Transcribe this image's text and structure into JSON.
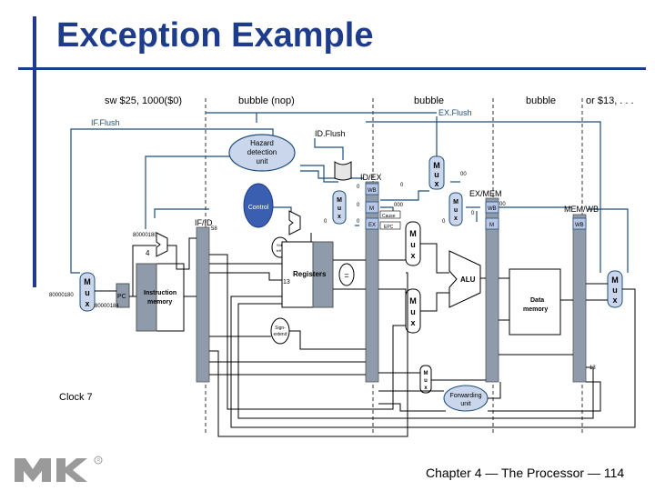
{
  "slide": {
    "title": "Exception Example",
    "footer": "Chapter 4 — The Processor — 114",
    "page_number": 114,
    "logo": "MK publisher logo"
  },
  "diagram": {
    "stage_labels": [
      "sw $25, 1000($0)",
      "bubble (nop)",
      "bubble",
      "bubble",
      "or $13, . . ."
    ],
    "signals": {
      "if_flush": "IF.Flush",
      "id_flush": "ID.Flush",
      "ex_flush": "EX.Flush",
      "hazard_unit": [
        "Hazard",
        "detection",
        "unit"
      ],
      "control": "Control",
      "registers": "Registers",
      "alu": "ALU",
      "instruction_memory": [
        "Instruction",
        "memory"
      ],
      "data_memory": [
        "Data",
        "memory"
      ],
      "forwarding_unit": [
        "Forwarding",
        "unit"
      ],
      "sign_extend": [
        "Sign-",
        "extend"
      ],
      "shift_left": [
        "Shift",
        "left 2"
      ],
      "pc": "PC",
      "cause": "Cause",
      "epc": "EPC",
      "equals": "=",
      "clock": "Clock 7"
    },
    "pipeline_registers": [
      "IF/ID",
      "ID/EX",
      "EX/MEM",
      "MEM/WB"
    ],
    "control_fields": [
      "WB",
      "M",
      "EX"
    ],
    "values": {
      "if_id_58": "58",
      "reg_13": "13",
      "memwb_13": "13",
      "addr_80000180": "80000180",
      "addr_80000184": "80000184",
      "addr_8000018x": "80000180",
      "four": "4",
      "zero": "0",
      "zeros_000": "000",
      "zeros_00": "00",
      "zeros_00b": "00"
    },
    "mux": [
      "M",
      "u",
      "x"
    ]
  }
}
